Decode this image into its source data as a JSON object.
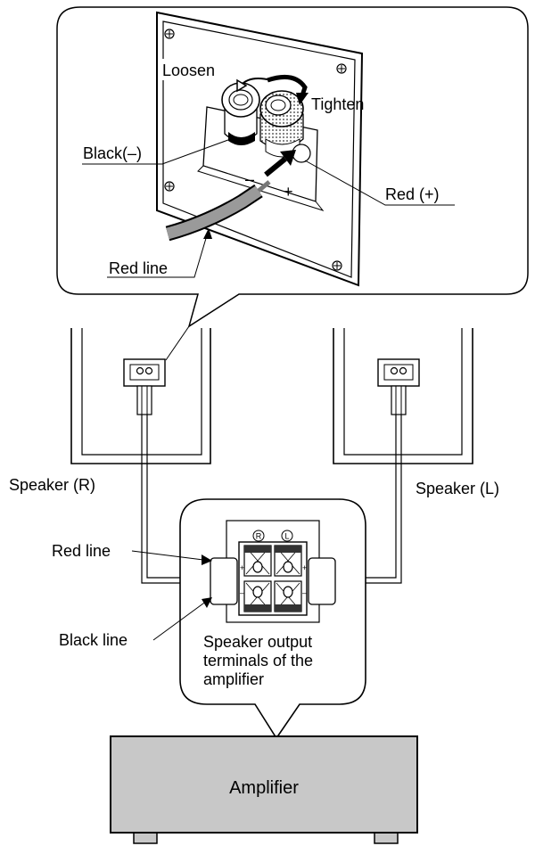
{
  "callout_top": {
    "loosen": "Loosen",
    "tighten": "Tighten",
    "black_minus": "Black(–)",
    "red_plus": "Red (+)",
    "red_line": "Red line",
    "minus_sign": "–",
    "plus_sign": "+"
  },
  "speakers": {
    "right": "Speaker (R)",
    "left": "Speaker (L)"
  },
  "callout_bottom": {
    "red_line": "Red line",
    "black_line": "Black line",
    "terminal_caption": [
      "Speaker output",
      "terminals of the",
      "amplifier"
    ],
    "channel_r": "R",
    "channel_l": "L"
  },
  "amplifier": {
    "label": "Amplifier",
    "fill_color": "#c8c8c8"
  }
}
